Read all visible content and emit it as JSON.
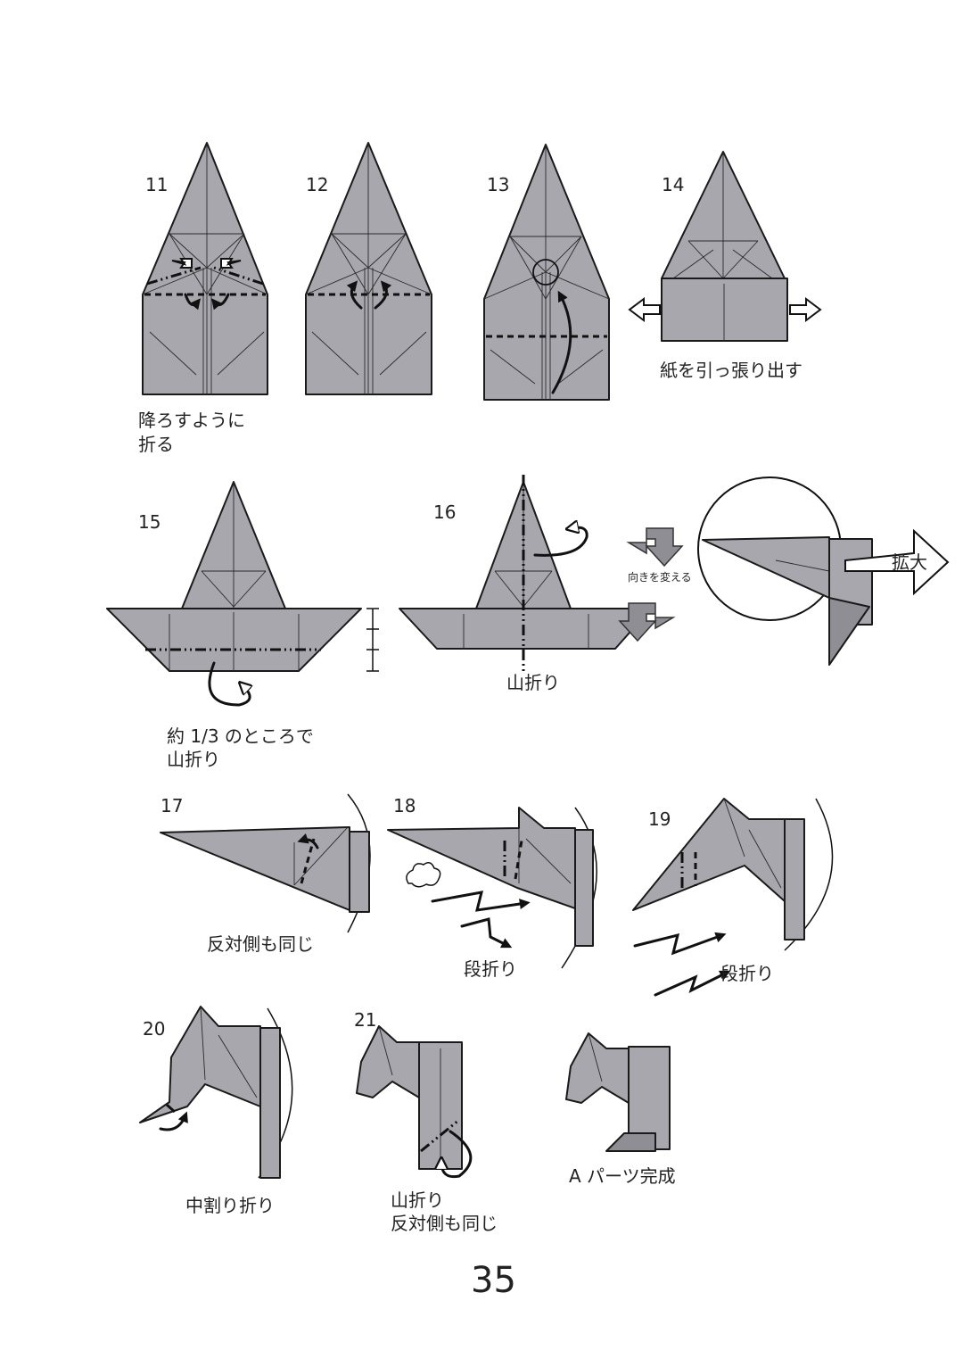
{
  "page_number": "35",
  "steps": [
    {
      "num": "11",
      "caption": [
        "降ろすように",
        "折る"
      ]
    },
    {
      "num": "12",
      "caption": []
    },
    {
      "num": "13",
      "caption": []
    },
    {
      "num": "14",
      "caption": [
        "紙を引っ張り出す"
      ]
    },
    {
      "num": "15",
      "caption": [
        "約 1/3 のところで",
        "山折り"
      ]
    },
    {
      "num": "16",
      "caption": [
        "山折り"
      ]
    },
    {
      "num": "",
      "caption": [
        "向きを変える",
        "拡大"
      ]
    },
    {
      "num": "17",
      "caption": [
        "反対側も同じ"
      ]
    },
    {
      "num": "18",
      "caption": [
        "段折り"
      ]
    },
    {
      "num": "19",
      "caption": [
        "段折り"
      ]
    },
    {
      "num": "20",
      "caption": [
        "中割り折り"
      ]
    },
    {
      "num": "21",
      "caption": [
        "山折り",
        "反対側も同じ"
      ]
    },
    {
      "num": "",
      "caption": [
        "A パーツ完成"
      ]
    }
  ]
}
